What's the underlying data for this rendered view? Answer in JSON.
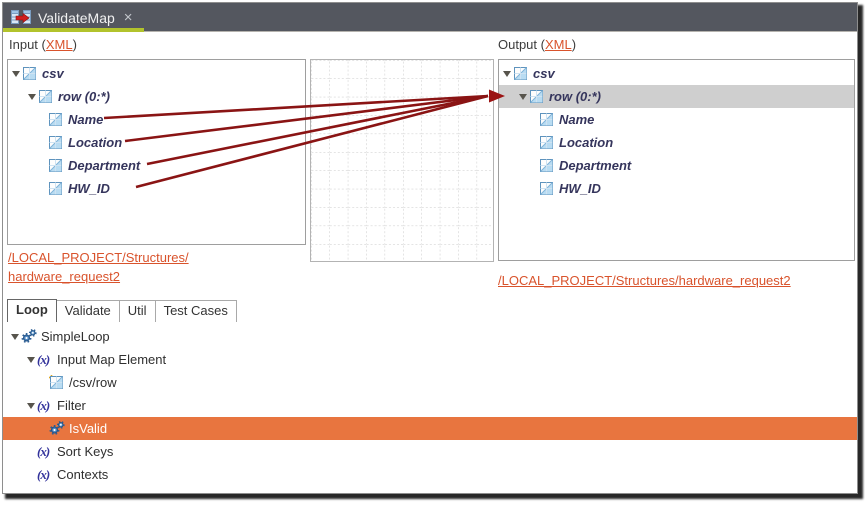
{
  "window": {
    "tab": {
      "title": "ValidateMap",
      "close_glyph": "×",
      "icon": "map-transform-icon"
    }
  },
  "colors": {
    "tabbar_bg": "#54575f",
    "tab_text": "#f1f1f1",
    "accent_green": "#b2c32c",
    "link_orange": "#d9532c",
    "line_red": "#8a1414",
    "sel_gray": "#cfcfcf",
    "sel_orange": "#e8753f",
    "tree_navy": "#35355c",
    "panel_border": "#9e9e9e"
  },
  "mapper": {
    "input_header": {
      "prefix": "Input (",
      "link": "XML",
      "suffix": ")"
    },
    "output_header": {
      "prefix": "Output (",
      "link": "XML",
      "suffix": ")"
    },
    "input_tree": [
      {
        "label": "csv",
        "level": 0,
        "expanded": true,
        "icon": "element"
      },
      {
        "label": "row (0:*)",
        "level": 1,
        "expanded": true,
        "icon": "element"
      },
      {
        "label": "Name",
        "level": 2,
        "icon": "element"
      },
      {
        "label": "Location",
        "level": 2,
        "icon": "element"
      },
      {
        "label": "Department",
        "level": 2,
        "icon": "element"
      },
      {
        "label": "HW_ID",
        "level": 2,
        "icon": "element"
      }
    ],
    "output_tree": [
      {
        "label": "csv",
        "level": 0,
        "expanded": true,
        "icon": "element"
      },
      {
        "label": "row (0:*)",
        "level": 1,
        "expanded": true,
        "icon": "element",
        "selected": true
      },
      {
        "label": "Name",
        "level": 2,
        "icon": "element"
      },
      {
        "label": "Location",
        "level": 2,
        "icon": "element"
      },
      {
        "label": "Department",
        "level": 2,
        "icon": "element"
      },
      {
        "label": "HW_ID",
        "level": 2,
        "icon": "element"
      }
    ],
    "mappings": [
      {
        "source": "Name",
        "target": "row (0:*)"
      },
      {
        "source": "Location",
        "target": "row (0:*)"
      },
      {
        "source": "Department",
        "target": "row (0:*)"
      },
      {
        "source": "HW_ID",
        "target": "row (0:*)"
      }
    ],
    "input_schema_link_lines": [
      "/LOCAL_PROJECT/Structures/",
      "hardware_request2"
    ],
    "output_schema_link_lines": [
      "/LOCAL_PROJECT/Structures/hardware_request2"
    ]
  },
  "loop_panel": {
    "tabs": [
      {
        "label": "Loop",
        "active": true
      },
      {
        "label": "Validate",
        "active": false
      },
      {
        "label": "Util",
        "active": false
      },
      {
        "label": "Test Cases",
        "active": false
      }
    ],
    "tree": [
      {
        "label": "SimpleLoop",
        "level": 0,
        "expanded": true,
        "icon": "gears"
      },
      {
        "label": "Input Map Element",
        "level": 1,
        "expanded": true,
        "icon": "fx"
      },
      {
        "label": "/csv/row",
        "level": 2,
        "icon": "element-new"
      },
      {
        "label": "Filter",
        "level": 1,
        "expanded": true,
        "icon": "fx"
      },
      {
        "label": "IsValid",
        "level": 2,
        "icon": "gears",
        "selected": true
      },
      {
        "label": "Sort Keys",
        "level": 1,
        "icon": "fx"
      },
      {
        "label": "Contexts",
        "level": 1,
        "icon": "fx"
      }
    ]
  }
}
